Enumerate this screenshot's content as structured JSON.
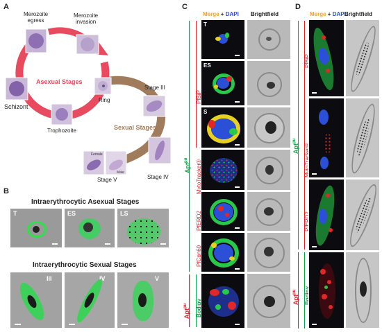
{
  "panels": {
    "A": "A",
    "B": "B",
    "C": "C",
    "D": "D"
  },
  "panelA": {
    "merozoite_egress": "Merozoite\negress",
    "merozoite_invasion": "Merozoite\ninvasion",
    "asexual_stages": "Asexual Stages",
    "schizont": "Schizont",
    "ring": "Ring",
    "trophozoite": "Trophozoite",
    "stage_iii": "Stage III",
    "sexual_stages": "Sexual Stages",
    "female": "Female",
    "male": "Male",
    "stage_v": "Stage V",
    "stage_iv": "Stage IV",
    "colors": {
      "asexual": "#e84a5f",
      "sexual": "#a07c5c"
    }
  },
  "panelB": {
    "title_asexual": "Intraerythrocytic Asexual Stages",
    "title_sexual": "Intraerythrocytic Sexual Stages",
    "asexual_tiles": [
      "T",
      "ES",
      "LS"
    ],
    "sexual_tiles": [
      "III",
      "IV",
      "V"
    ]
  },
  "panelC": {
    "header_merge": "Merge",
    "header_plus": " + ",
    "header_dapi": "DAPI",
    "header_brightfield": "Brightfield",
    "row_labels": [
      "T",
      "ES",
      "S"
    ],
    "markers": [
      "PfBiP",
      "MytoTracker®",
      "PfERD2",
      "PfCpn60"
    ],
    "group_main": "Apt",
    "group_main_sup": "pu",
    "group_lower": "Apt",
    "group_lower_sup": "pu",
    "bodipy": "Bodipy"
  },
  "panelD": {
    "header_merge": "Merge",
    "header_plus": " + ",
    "header_dapi": "DAPI",
    "header_brightfield": "Brightfield",
    "markers": [
      "PfBiP",
      "MytoTracker®",
      "PfERD2"
    ],
    "group_main": "Apt",
    "group_main_sup": "pu",
    "group_lower": "Apt",
    "group_lower_sup": "pu",
    "bodipy": "Bodipy"
  },
  "colors": {
    "red_label": "#d4202a",
    "green_label": "#14a04a",
    "merge": "#f0a020",
    "dapi": "#2b4fd6"
  }
}
